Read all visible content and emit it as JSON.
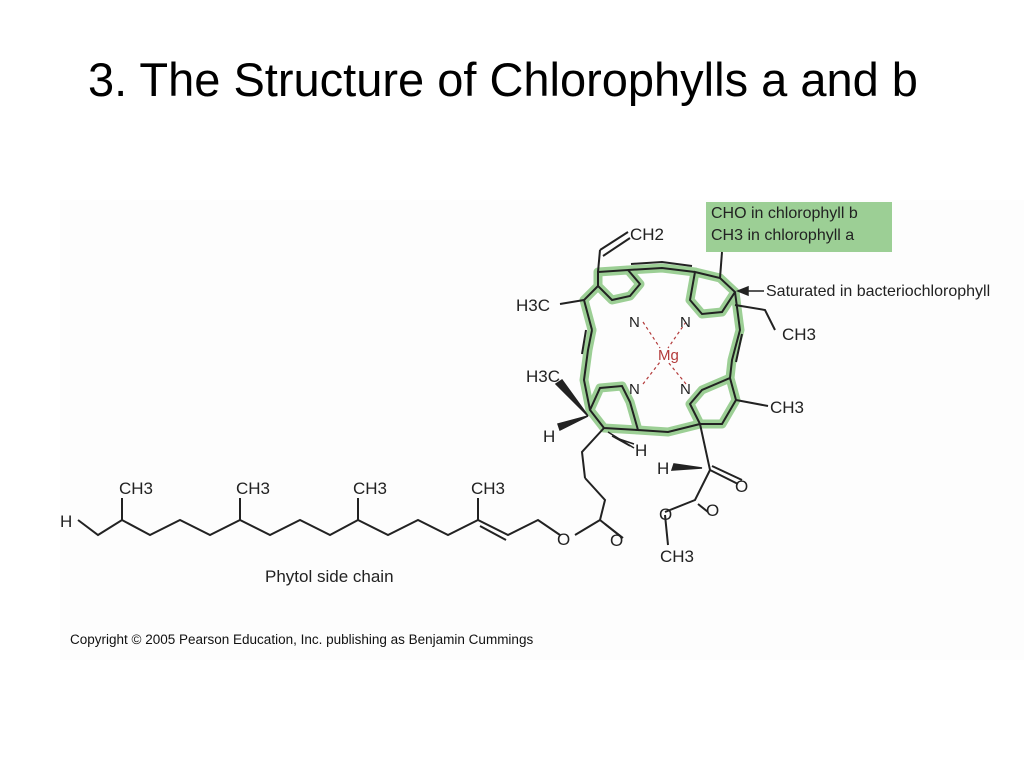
{
  "slide": {
    "title": "3. The Structure of Chlorophylls a and b"
  },
  "figure": {
    "callout_cho": "CHO in chlorophyll b",
    "callout_ch3": "CH3 in chlorophyll a",
    "saturated_label": "Saturated in bacteriochlorophyll",
    "metal_label": "Mg",
    "phytol_label": "Phytol side chain",
    "copyright": "Copyright © 2005 Pearson Education, Inc. publishing as Benjamin Cummings",
    "atoms": {
      "ch2_vinyl": "CH2",
      "h3c_ring1": "H3C",
      "ch3_ethyl": "CH3",
      "h3c_ring4": "H3C",
      "h_ring4": "H",
      "h_ring4b": "H",
      "ch3_ring3": "CH3",
      "h_ring5": "H",
      "o_keto": "O",
      "o_ester": "O",
      "o_carbonyl": "O",
      "ch3_methoxy": "CH3",
      "o_phytol_ester": "O",
      "o_phytol_carbonyl": "O",
      "h_terminal": "H",
      "ch3_branch1": "CH3",
      "ch3_branch2": "CH3",
      "ch3_branch3": "CH3",
      "ch3_branch4": "CH3",
      "n1": "N",
      "n2": "N",
      "n3": "N",
      "n4": "N"
    },
    "colors": {
      "ring_highlight": "#9ccf95",
      "mg_bond": "#b33a3a",
      "bond": "#222222"
    }
  }
}
